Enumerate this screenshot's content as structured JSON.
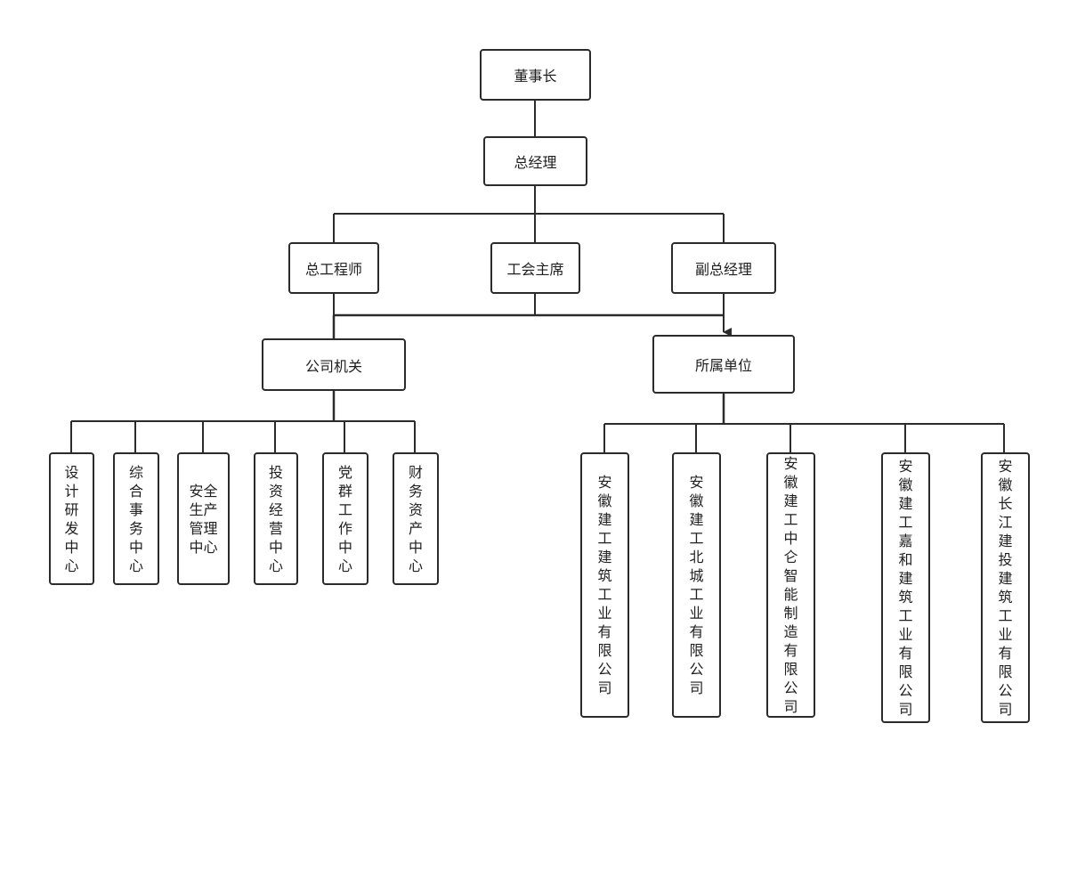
{
  "diagram": {
    "chairman": "董事长",
    "gm": "总经理",
    "level2": {
      "chief_engineer": "总工程师",
      "union_chair": "工会主席",
      "deputy_gm": "副总经理"
    },
    "level3": {
      "head_office": "公司机关",
      "subsidiaries": "所属单位"
    },
    "departments": [
      "设计研发中心",
      "综合事务中心",
      "安全生产管理中心",
      "投资经营中心",
      "党群工作中心",
      "财务资产中心"
    ],
    "units": [
      "安徽建工建筑工业有限公司",
      "安徽建工北城工业有限公司",
      "安徽建工中仑智能制造有限公司",
      "安徽建工嘉和建筑工业有限公司",
      "安徽长江建投建筑工业有限公司"
    ]
  }
}
